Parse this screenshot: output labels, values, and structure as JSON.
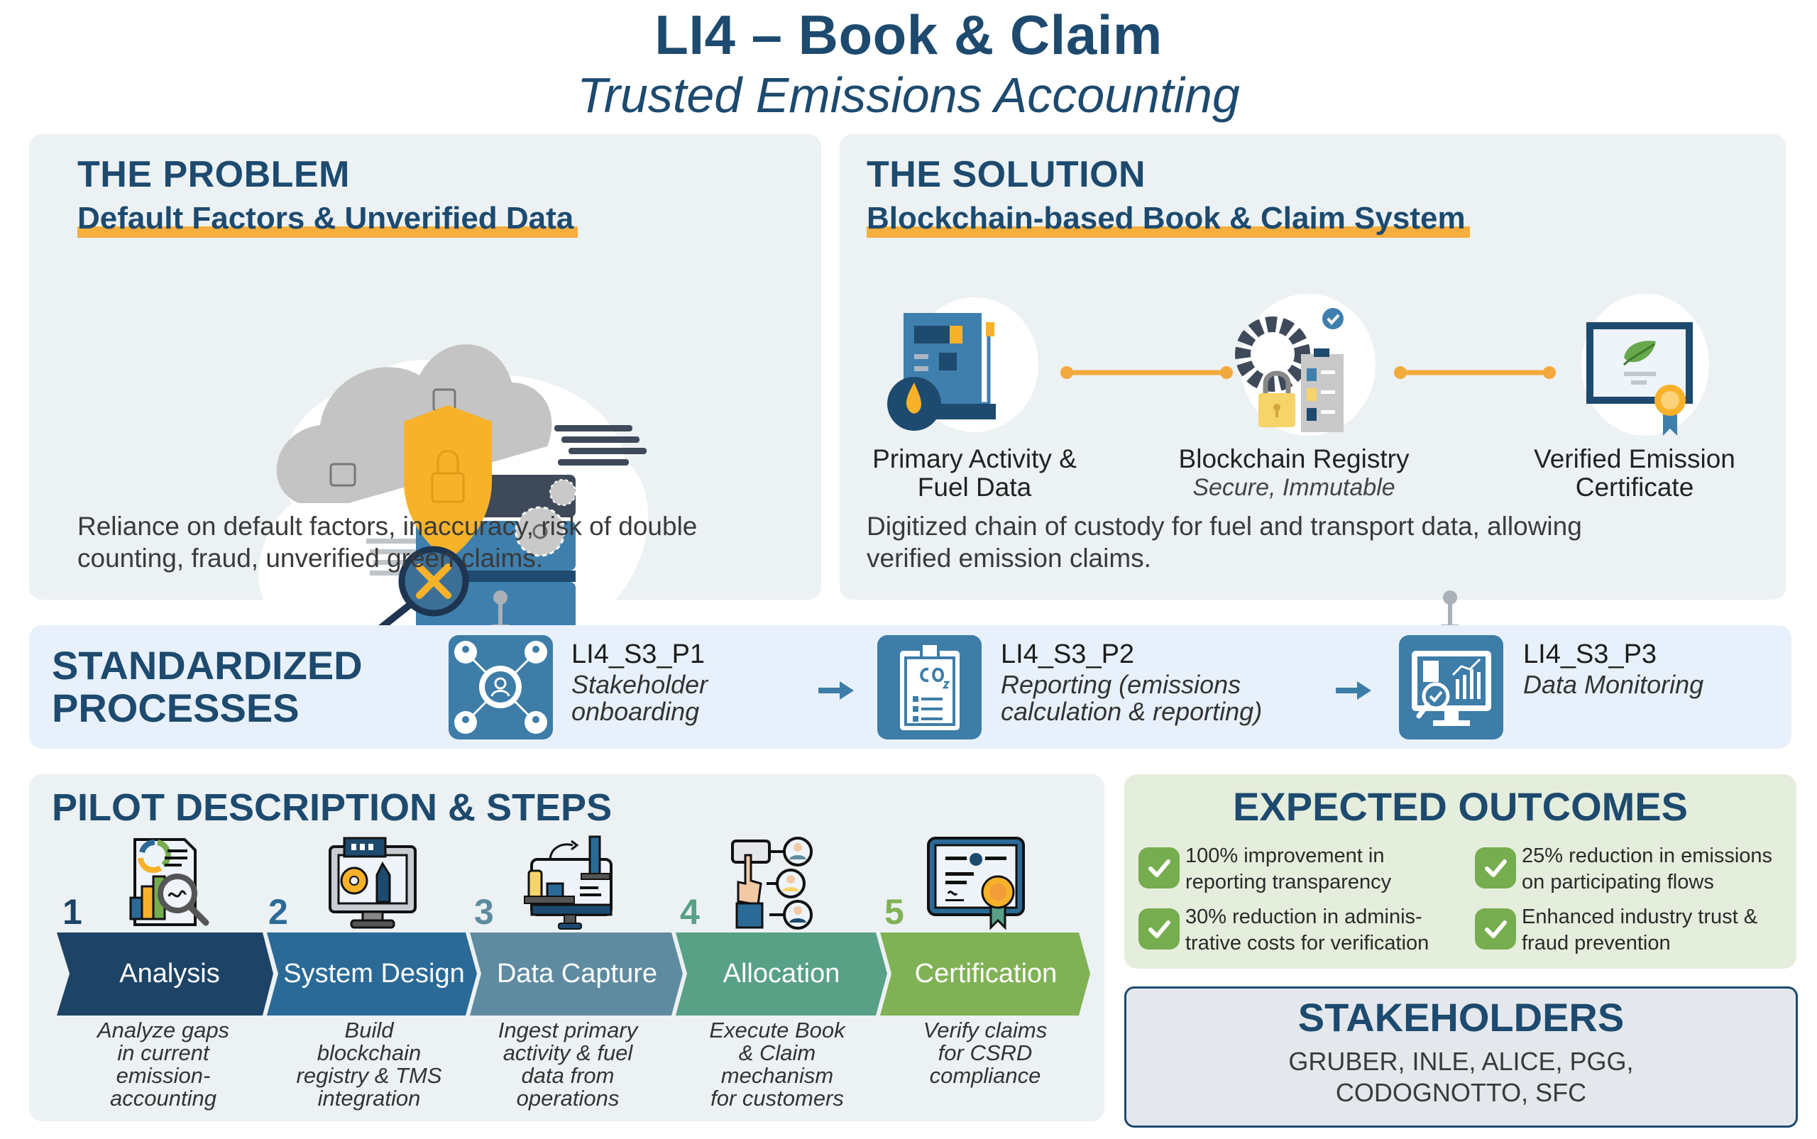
{
  "header": {
    "title": "LI4 – Book & Claim",
    "subtitle": "Trusted Emissions Accounting"
  },
  "problem": {
    "heading": "THE PROBLEM",
    "subheading": "Default Factors & Unverified Data",
    "description_line1": "Reliance on default factors, inaccuracy, risk of double",
    "description_line2": "counting, fraud, unverified green claims.",
    "illustration": "database-shield-magnifier-icon"
  },
  "solution": {
    "heading": "THE SOLUTION",
    "subheading": "Blockchain-based Book & Claim System",
    "flow": [
      {
        "label_line1": "Primary Activity &",
        "label_line2": "Fuel Data",
        "icon": "fuel-pump-icon"
      },
      {
        "label_line1": "Blockchain Registry",
        "label_line2": "Secure, Immutable",
        "icon": "gear-lock-clipboard-icon"
      },
      {
        "label_line1": "Verified Emission",
        "label_line2": "Certificate",
        "icon": "certificate-icon"
      }
    ],
    "description_line1": "Digitized chain of custody for fuel and transport data, allowing",
    "description_line2": "verified emission claims."
  },
  "standardized": {
    "title_line1": "STANDARDIZED",
    "title_line2": "PROCESSES",
    "processes": [
      {
        "code": "LI4_S3_P1",
        "name_line1": "Stakeholder",
        "name_line2": "onboarding",
        "icon": "stakeholder-network-icon"
      },
      {
        "code": "LI4_S3_P2",
        "name_line1": "Reporting (emissions",
        "name_line2": "calculation & reporting)",
        "icon": "co2-clipboard-icon"
      },
      {
        "code": "LI4_S3_P3",
        "name_line1": "Data Monitoring",
        "name_line2": "",
        "icon": "monitor-analytics-icon"
      }
    ]
  },
  "pilot": {
    "title": "PILOT DESCRIPTION & STEPS",
    "steps": [
      {
        "number": "1",
        "label": "Analysis",
        "color": "#1d4466",
        "desc": [
          "Analyze gaps",
          "in current",
          "emission-",
          "accounting"
        ]
      },
      {
        "number": "2",
        "label": "System Design",
        "color": "#2b6a97",
        "desc": [
          "Build",
          "blockchain",
          "registry & TMS",
          "integration"
        ]
      },
      {
        "number": "3",
        "label": "Data Capture",
        "color": "#5f8ba1",
        "desc": [
          "Ingest primary",
          "activity & fuel",
          "data from",
          "operations"
        ]
      },
      {
        "number": "4",
        "label": "Allocation",
        "color": "#58a086",
        "desc": [
          "Execute Book",
          "& Claim",
          "mechanism",
          "for customers"
        ]
      },
      {
        "number": "5",
        "label": "Certification",
        "color": "#80b255",
        "desc": [
          "Verify claims",
          "for CSRD",
          "compliance",
          ""
        ]
      }
    ]
  },
  "outcomes": {
    "title": "EXPECTED OUTCOMES",
    "items": [
      {
        "line1": "100% improvement in",
        "line2": "reporting transparency"
      },
      {
        "line1": "25% reduction in emissions",
        "line2": "on participating flows"
      },
      {
        "line1": "30% reduction in adminis-",
        "line2": "trative costs for verification"
      },
      {
        "line1": "Enhanced industry trust &",
        "line2": "fraud prevention"
      }
    ],
    "check_color": "#76ad4f"
  },
  "stakeholders": {
    "title": "STAKEHOLDERS",
    "line1": "GRUBER, INLE, ALICE, PGG,",
    "line2": "CODOGNOTTO, SFC"
  },
  "colors": {
    "navy": "#1d4a6e",
    "accent_orange": "#f6ae3c",
    "process_blue": "#3d7da8"
  }
}
